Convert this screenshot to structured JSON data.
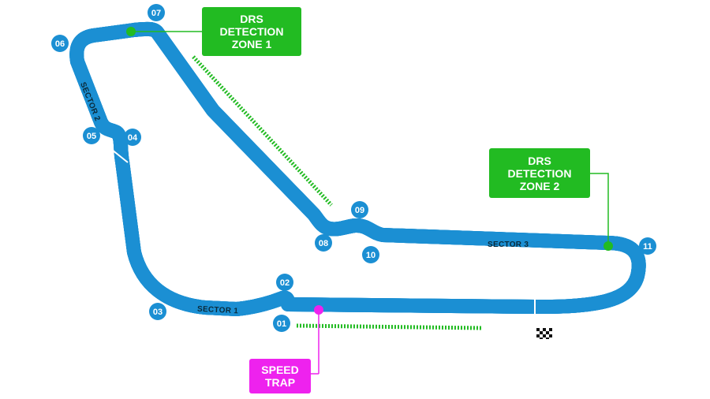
{
  "colors": {
    "track_outer": "#1b8fd3",
    "track_inner": "#ffffff",
    "track_core": "#4aaee6",
    "racing_line": "#0a2a3a",
    "drs_green": "#22bb22",
    "speed_trap": "#ee22ee",
    "corner_badge": "#1b8fd3"
  },
  "corners": [
    "01",
    "02",
    "03",
    "04",
    "05",
    "06",
    "07",
    "08",
    "09",
    "10",
    "11"
  ],
  "sectors": [
    "SECTOR 1",
    "SECTOR 2",
    "SECTOR 3"
  ],
  "drs_zone_1": [
    "DRS",
    "DETECTION",
    "ZONE 1"
  ],
  "drs_zone_2": [
    "DRS",
    "DETECTION",
    "ZONE 2"
  ],
  "speed_trap": [
    "SPEED",
    "TRAP"
  ],
  "icons": {
    "finish": "checkered-flag-icon"
  }
}
